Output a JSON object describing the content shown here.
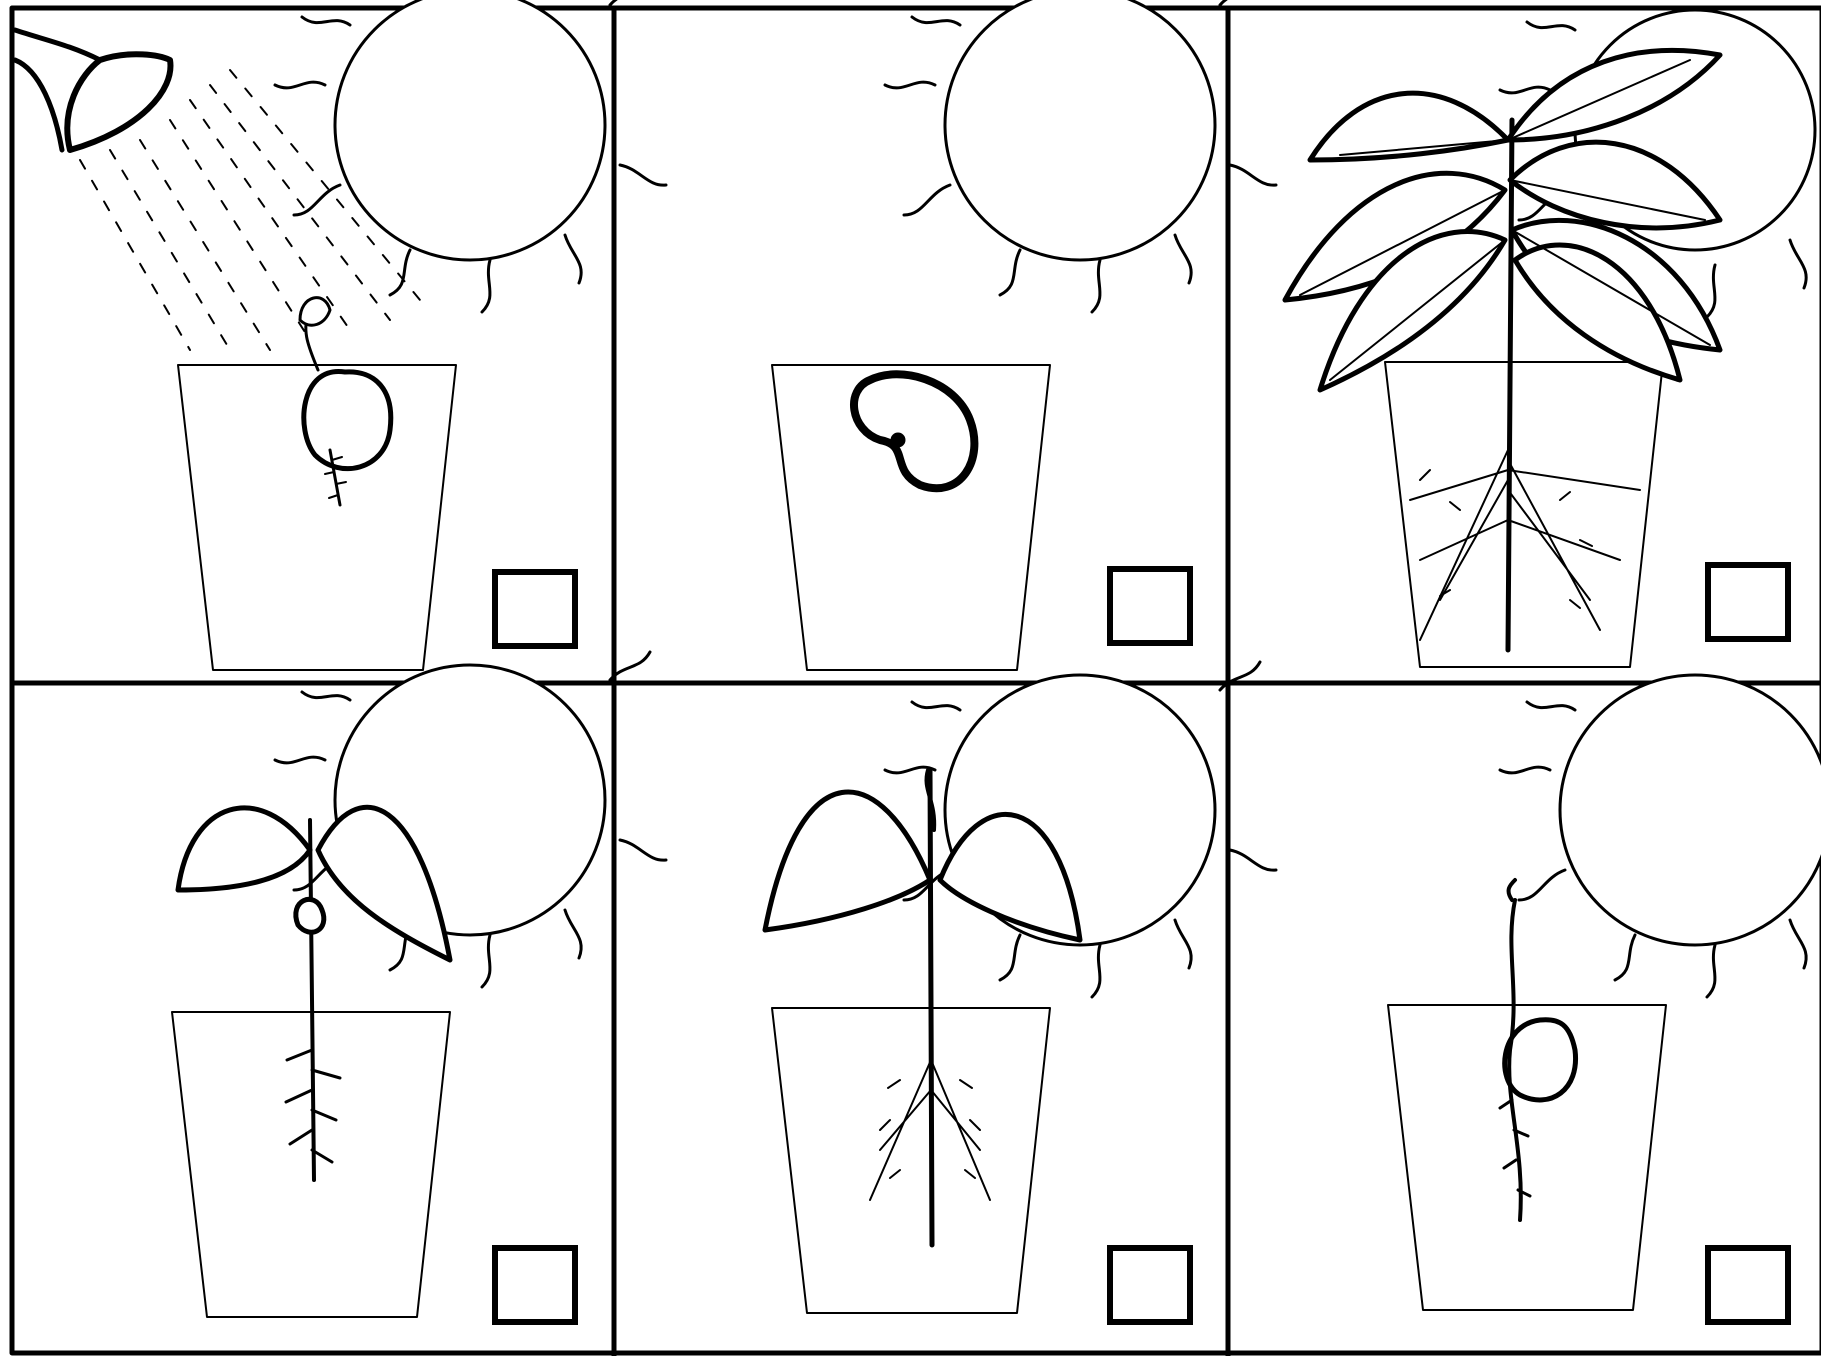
{
  "worksheet": {
    "panels": [
      {
        "id": "p1",
        "stage": "sprouting-seed",
        "sun": true,
        "watering_can": true,
        "answer_box": ""
      },
      {
        "id": "p2",
        "stage": "bean-seed",
        "sun": true,
        "watering_can": false,
        "answer_box": ""
      },
      {
        "id": "p3",
        "stage": "mature-plant",
        "sun": true,
        "watering_can": false,
        "answer_box": ""
      },
      {
        "id": "p4",
        "stage": "seedling-first-leaves",
        "sun": true,
        "watering_can": false,
        "answer_box": ""
      },
      {
        "id": "p5",
        "stage": "young-plant",
        "sun": true,
        "watering_can": false,
        "answer_box": ""
      },
      {
        "id": "p6",
        "stage": "germinating-seed",
        "sun": true,
        "watering_can": false,
        "answer_box": ""
      }
    ],
    "colors": {
      "ink": "#000000",
      "paper": "#ffffff"
    }
  }
}
